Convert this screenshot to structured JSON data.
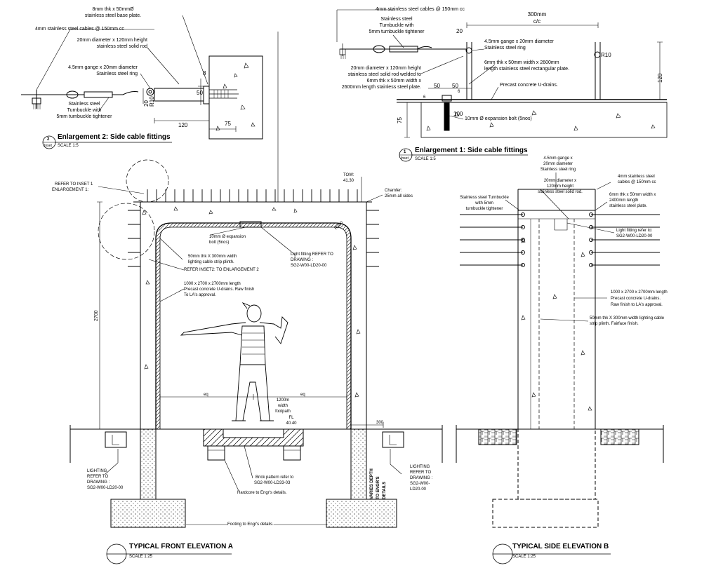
{
  "views": {
    "enl2": {
      "num": "2",
      "tag": "Inset",
      "title": "Enlargement 2: Side cable fittings",
      "scale": "SCALE 1:5"
    },
    "enl1": {
      "num": "1",
      "tag": "Inset",
      "title": "Enlargement 1: Side cable fittings",
      "scale": "SCALE 1:5"
    },
    "front": {
      "title": "TYPICAL FRONT ELEVATION A",
      "scale": "SCALE 1:25"
    },
    "side": {
      "title": "TYPICAL SIDE ELEVATION B",
      "scale": "SCALE 1:25"
    }
  },
  "enl2_labels": {
    "base_plate": [
      "8mm thk x 50mmØ",
      "stainless steel base plate."
    ],
    "cables": "4mm stainless steel cables @ 150mm cc",
    "rod": [
      "20mm diameter x 120mm height",
      "stainless steel solid rod"
    ],
    "ring": [
      "4.5mm gange x 20mm diameter",
      "Stainless steel ring"
    ],
    "turnbuckle": [
      "Stainless steel",
      "Turnbuckle with",
      "5mm turnbuckle tightener"
    ],
    "dims": {
      "d8": "8",
      "d50": "50",
      "d20": "20",
      "r10": "R10",
      "d120": "120",
      "d75": "75"
    }
  },
  "enl1_labels": {
    "cables": "4mm stainless steel cables @ 150mm cc",
    "spacing": [
      "300mm",
      "c/c"
    ],
    "turnbuckle": [
      "Stainless steel",
      "Turnbuckle with",
      "5mm turnbuckle tightener"
    ],
    "ring": [
      "4.5mm gange x 20mm diameter",
      "Stainless steel ring"
    ],
    "rod": [
      "20mm diameter x 120mm height",
      "stainless steel solid rod welded to",
      "6mm thk x 50mm width x",
      "2600mm length stainless steel plate."
    ],
    "plate": [
      "6mm thk x 50mm width x 2600mm",
      "length stainless steel rectangular plate."
    ],
    "udrain": "Precast concrete U-drains.",
    "bolt": "10mm Ø expansion bolt (5nos)",
    "dims": {
      "d20": "20",
      "r10": "R10",
      "d120": "120",
      "d50a": "50",
      "d50b": "50",
      "d6a": "6",
      "d6b": "6",
      "d100": "100",
      "d75": "75"
    }
  },
  "front_labels": {
    "refer1": [
      "REFER TO INSET 1",
      "ENLARGEMENT 1:"
    ],
    "tow": [
      "TOW:",
      "41.30"
    ],
    "chamfer": [
      "Chamfer:",
      "25mm all sides"
    ],
    "bolt": [
      "10mm Ø expansion",
      "bolt  (5nos)"
    ],
    "r200": "R200",
    "plinth": [
      "50mm thk  X 300mm width",
      "lighting cable strip plinth."
    ],
    "light_fitting": [
      "Light fitting REFER TO",
      "DRAWING :",
      "SG2-W00-LD20-00"
    ],
    "refer2": "REFER INSET2:  TO ENLARGEMENT 2",
    "udrain": [
      "1000  x 2700 x 2700mm  length",
      "Precast concrete U-drains. Raw finish",
      "To LA's approval."
    ],
    "h2700": "2700",
    "eq1": "eq",
    "eq2": "eq",
    "footpath": [
      "1200m",
      "width",
      "footpath"
    ],
    "fl": [
      "FL",
      "40.40"
    ],
    "d300": "300",
    "lighting_l": [
      "LIGHTING",
      "REFER TO",
      "DRAWING :",
      "SG2-W00-LD20-00"
    ],
    "lighting_r": [
      "LIGHTING",
      "REFER TO",
      "DRAWING :",
      "SG2-W00-",
      "LD20-00"
    ],
    "brick": [
      "Brick pattern refer to",
      "SG2-W00-LD33-03"
    ],
    "hardcore": "Hardcore to Engr's details.",
    "varies": [
      "VARIES DEPTH",
      "TO ENGR'S",
      "DETAILS"
    ],
    "footing": "Footing to Engr's details."
  },
  "side_labels": {
    "ring": [
      "4.5mm gange x",
      "20mm diameter",
      "Stainless steel ring"
    ],
    "rod": [
      "20mm diameter x",
      "120mm height",
      "stainless steel solid rod."
    ],
    "turnbuckle": [
      "Stainless steel Turnbuckle",
      "with 5mm",
      "turnbuckle tightener"
    ],
    "cables": [
      "4mm stainless steel",
      "cables @ 150mm cc"
    ],
    "plate": [
      "6mm thk x 50mm width x",
      "2400mm length",
      "stainless steel plate."
    ],
    "light": [
      "Light fitting refer to:",
      "SG2-W00-LD20-00"
    ],
    "udrain": [
      "1000  x 2700 x 2700mm  length",
      "Precast concrete U-drains.",
      "Raw finish to LA's approval."
    ],
    "plinth": [
      "50mm thk  X 300mm width lighting cable",
      "strip plinth. Fairface finish."
    ]
  }
}
